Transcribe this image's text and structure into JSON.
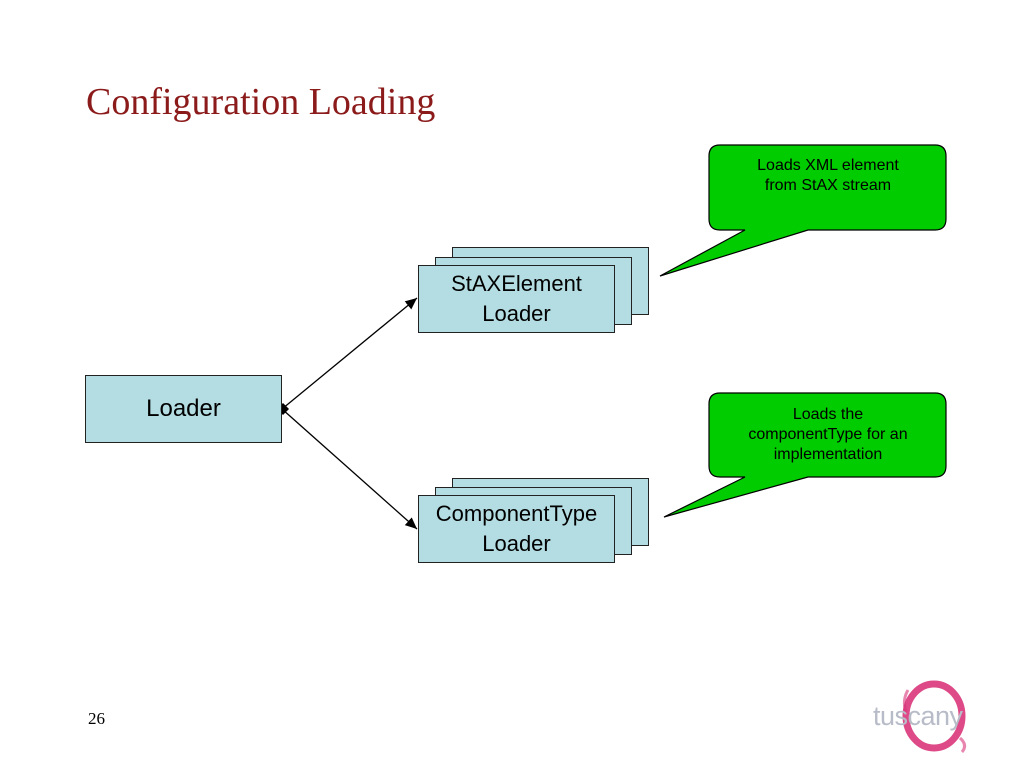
{
  "slide": {
    "title": "Configuration Loading",
    "number": "26"
  },
  "diagram": {
    "loader": "Loader",
    "stax_loader": "StAXElement\nLoader",
    "componenttype_loader": "ComponentType\nLoader",
    "callout_stax": "Loads XML element\nfrom StAX stream",
    "callout_componenttype": "Loads the\ncomponentType for an\nimplementation"
  },
  "logo": {
    "text": "tuscany",
    "ring_color": "#d9367a",
    "text_color": "#b8bcc8"
  },
  "colors": {
    "box_fill": "#b4dde3",
    "callout_fill": "#00cc00",
    "title_color": "#8b1a1a"
  }
}
